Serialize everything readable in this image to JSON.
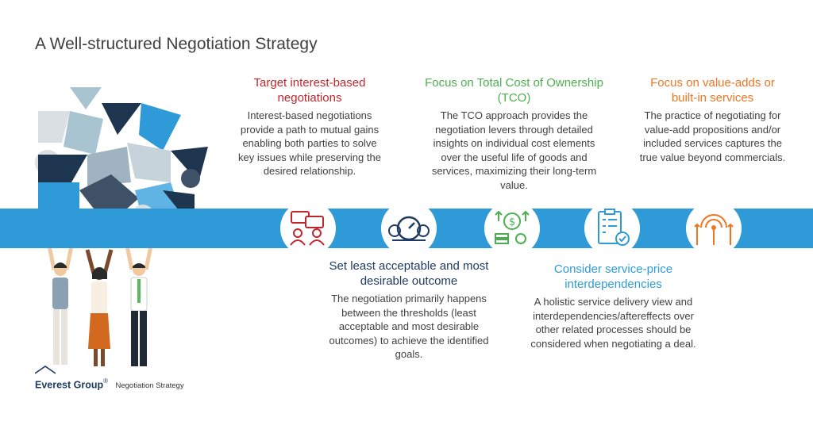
{
  "title": "A Well-structured Negotiation Strategy",
  "colors": {
    "band": "#2e9bd8",
    "red": "#c0272d",
    "green": "#4caf50",
    "orange": "#ee7623",
    "navy": "#1f3b63",
    "lightblue": "#2e9bd8"
  },
  "items": [
    {
      "heading": "Target interest-based negotiations",
      "text": "Interest-based negotiations provide a path to mutual gains enabling both parties to solve key issues while preserving the desired relationship.",
      "icon": "chat-people-icon"
    },
    {
      "heading": "Set least acceptable and most desirable outcome",
      "text": "The negotiation primarily happens between the thresholds (least acceptable and most desirable outcomes) to achieve the identified goals.",
      "icon": "gauges-icon"
    },
    {
      "heading": "Focus on Total Cost of Ownership (TCO)",
      "text": "The TCO approach provides the negotiation levers through detailed insights on individual cost elements over the useful life of goods and services, maximizing their long-term value.",
      "icon": "money-growth-icon"
    },
    {
      "heading": "Consider service-price interdependencies",
      "text": "A holistic service delivery view and interdependencies/aftereffects over other related processes should be considered when negotiating a deal.",
      "icon": "checklist-icon"
    },
    {
      "heading": "Focus on value-adds or built-in services",
      "text": "The practice of negotiating for value-add propositions and/or included services captures the true value beyond commercials.",
      "icon": "target-arrows-icon"
    }
  ],
  "brand": {
    "name": "Everest Group",
    "reg": "®",
    "subtitle": "Negotiation Strategy"
  }
}
